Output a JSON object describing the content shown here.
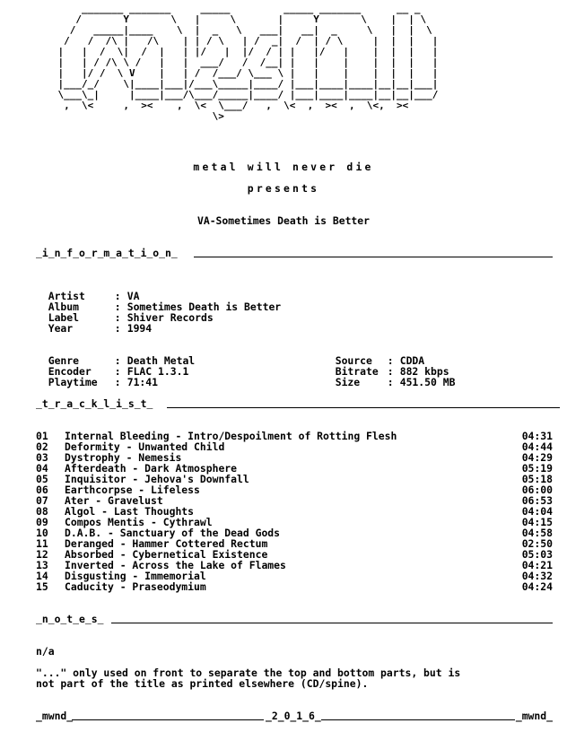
{
  "logo": {
    "ascii": "        _______ _______     _____         _____ _______      __ _\n       /       Y       \\   |     \\       |     Y       \\    |  | \\\n      /   _____|____    \\  |  _   \\   ___|   __|  _     \\   |  |  \\\n     /   /  /\\ |   /\\    | | / \\   | /  _|  /  | / \\     |  |  |   |\n    |   |  /  \\|  /  |   | |/   |  |/  / | |   |/   |    |  |  |   |\n    |   | / /\\ \\ /   |   |  ___/   /  /__| |   |    |    |  |  |   |\n    |   |/ /  \\ V    |   | /  /___/ \\___ \\ |   |    |    |  |  |   |\n    |___/_/    \\|____|___|/___\\_____|____/ |___|____|____|__|__|___|\n    \\___\\_|     |____|___/\\___/_____|____/ |___|____|____|__|__|___/\n     ,  \\<     ,  ><    ,  \\<  \\___/   ,  \\<  ,  ><  ,  \\<,  ><\n                              \\>"
  },
  "header": {
    "tagline": "metal will never die",
    "presents": "presents",
    "release_title": "VA-Sometimes Death is Better"
  },
  "sections": {
    "information": "_i_n_f_o_r_m_a_t_i_o_n_",
    "tracklist": "_t_r_a_c_k_l_i_s_t_",
    "notes": "_n_o_t_e_s_"
  },
  "info": {
    "artist_label": "Artist",
    "artist": "VA",
    "album_label": "Album",
    "album": "Sometimes Death is Better",
    "label_label": "Label",
    "label": "Shiver Records",
    "year_label": "Year",
    "year": "1994",
    "genre_label": "Genre",
    "genre": "Death Metal",
    "encoder_label": "Encoder",
    "encoder": "FLAC 1.3.1",
    "playtime_label": "Playtime",
    "playtime": "71:41",
    "source_label": "Source",
    "source": "CDDA",
    "bitrate_label": "Bitrate",
    "bitrate": "882 kbps",
    "size_label": "Size",
    "size": "451.50 MB",
    "separator": ":"
  },
  "tracks": [
    {
      "num": "01",
      "name": "Internal Bleeding - Intro/Despoilment of Rotting Flesh",
      "dur": "04:31"
    },
    {
      "num": "02",
      "name": "Deformity - Unwanted Child",
      "dur": "04:44"
    },
    {
      "num": "03",
      "name": "Dystrophy - Nemesis",
      "dur": "04:29"
    },
    {
      "num": "04",
      "name": "Afterdeath - Dark Atmosphere",
      "dur": "05:19"
    },
    {
      "num": "05",
      "name": "Inquisitor - Jehova's Downfall",
      "dur": "05:18"
    },
    {
      "num": "06",
      "name": "Earthcorpse - Lifeless",
      "dur": "06:00"
    },
    {
      "num": "07",
      "name": "Ater - Gravelust",
      "dur": "06:53"
    },
    {
      "num": "08",
      "name": "Algol - Last Thoughts",
      "dur": "04:04"
    },
    {
      "num": "09",
      "name": "Compos Mentis - Cythrawl",
      "dur": "04:15"
    },
    {
      "num": "10",
      "name": "D.A.B. - Sanctuary of the Dead Gods",
      "dur": "04:58"
    },
    {
      "num": "11",
      "name": "Deranged - Hammer Cottered Rectum",
      "dur": "02:50"
    },
    {
      "num": "12",
      "name": "Absorbed - Cybernetical Existence",
      "dur": "05:03"
    },
    {
      "num": "13",
      "name": "Inverted - Across the Lake of Flames",
      "dur": "04:21"
    },
    {
      "num": "14",
      "name": "Disgusting - Immemorial",
      "dur": "04:32"
    },
    {
      "num": "15",
      "name": "Caducity - Praseodymium",
      "dur": "04:24"
    }
  ],
  "notes": {
    "line1": "n/a",
    "line2": "\"...\" only used on front to separate the top and bottom parts, but is",
    "line3": "not part of the title as printed elsewhere (CD/spine)."
  },
  "footer": {
    "left": "_mwnd_",
    "middle": "_2_0_1_6_",
    "right": "_mwnd_"
  }
}
